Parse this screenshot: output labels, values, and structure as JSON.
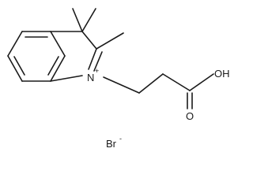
{
  "molecule": {
    "atoms": {
      "nitrogen": "N",
      "nitrogen_charge": "+",
      "oxygen_carbonyl": "O",
      "oxygen_hydroxyl": "OH"
    },
    "counterion": {
      "symbol": "Br",
      "charge": "-"
    }
  }
}
